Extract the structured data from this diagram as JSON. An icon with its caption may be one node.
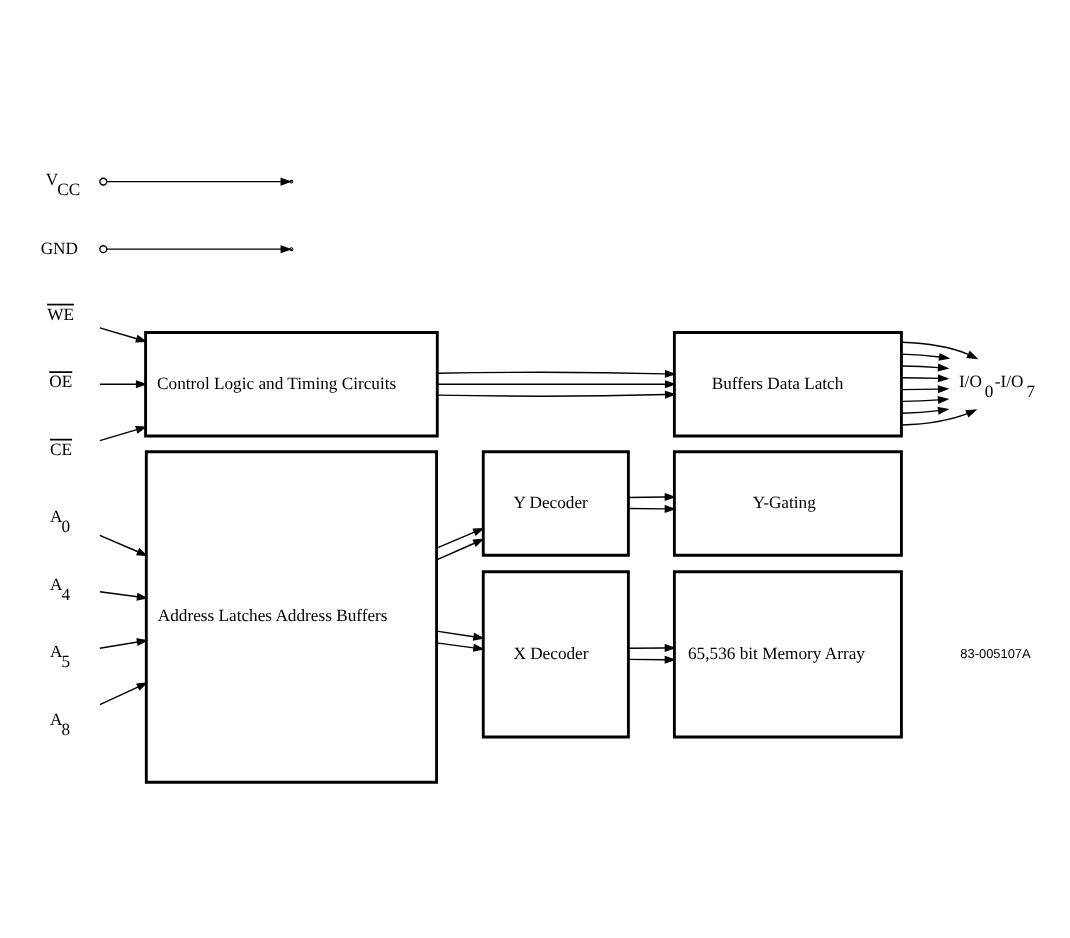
{
  "diagram": {
    "nodes": [
      {
        "text": [
          "V$_{CC}$"
        ]
      },
      {
        "text": [
          "GND"
        ]
      },
      {
        "text": [
          "WE"
        ]
      },
      {
        "text": [
          "OE"
        ]
      },
      {
        "text": [
          "CE"
        ]
      },
      {
        "text": [
          "Control Logic and Timing Circuits"
        ]
      },
      {
        "text": [
          "A$_{0}$"
        ]
      },
      {
        "text": [
          "A$_{4}$"
        ]
      },
      {
        "text": [
          "A$_{5}$"
        ]
      },
      {
        "text": [
          "A$_{8}$"
        ]
      },
      {
        "text": [
          "Address Latches Address Buffers"
        ]
      },
      {
        "text": [
          "Y Decoder"
        ]
      },
      {
        "text": [
          "X Decoder"
        ]
      },
      {
        "text": [
          "Buffers Data Latch"
        ]
      },
      {
        "text": [
          "Y-Gating"
        ]
      },
      {
        "text": [
          "65,536 bit Memory Array"
        ]
      },
      {
        "text": [
          "I/O$_{0}$-I/O$_{7}$"
        ]
      }
    ],
    "edges": [
      {
        "from": 0,
        "to": null,
        "arrow": "to"
      },
      {
        "from": 1,
        "to": null,
        "arrow": "to"
      },
      {
        "from": 2,
        "to": 5,
        "arrow": "to"
      },
      {
        "from": 3,
        "to": 5,
        "arrow": "to"
      },
      {
        "from": 4,
        "to": 5,
        "arrow": "to"
      },
      {
        "from": 5,
        "to": 13,
        "arrow": "to"
      },
      {
        "from": 5,
        "to": 13,
        "arrow": "to"
      },
      {
        "from": 5,
        "to": 13,
        "arrow": "to"
      },
      {
        "from": 6,
        "to": 10,
        "arrow": "to"
      },
      {
        "from": 7,
        "to": 10,
        "arrow": "to"
      },
      {
        "from": 8,
        "to": 10,
        "arrow": "to"
      },
      {
        "from": 9,
        "to": 10,
        "arrow": "to"
      },
      {
        "from": 10,
        "to": 11,
        "arrow": "to"
      },
      {
        "from": 10,
        "to": 11,
        "arrow": "to"
      },
      {
        "from": 10,
        "to": 12,
        "arrow": "to"
      },
      {
        "from": 10,
        "to": 12,
        "arrow": "to"
      },
      {
        "from": 11,
        "to": 14,
        "arrow": "to"
      },
      {
        "from": 11,
        "to": 14,
        "arrow": "to"
      },
      {
        "from": 12,
        "to": 15,
        "arrow": "to"
      },
      {
        "from": 12,
        "to": 15,
        "arrow": "to"
      },
      {
        "from": 13,
        "to": 16,
        "arrow": "to"
      },
      {
        "from": 13,
        "to": 16,
        "arrow": "to"
      },
      {
        "from": 13,
        "to": 16,
        "arrow": "to"
      },
      {
        "from": 13,
        "to": 16,
        "arrow": "to"
      },
      {
        "from": 13,
        "to": 16,
        "arrow": "to"
      },
      {
        "from": 13,
        "to": 16,
        "arrow": "to"
      },
      {
        "from": 13,
        "to": 16,
        "arrow": "to"
      },
      {
        "from": 13,
        "to": 16,
        "arrow": "to"
      }
    ],
    "labels": [
      "83-005107A"
    ]
  }
}
